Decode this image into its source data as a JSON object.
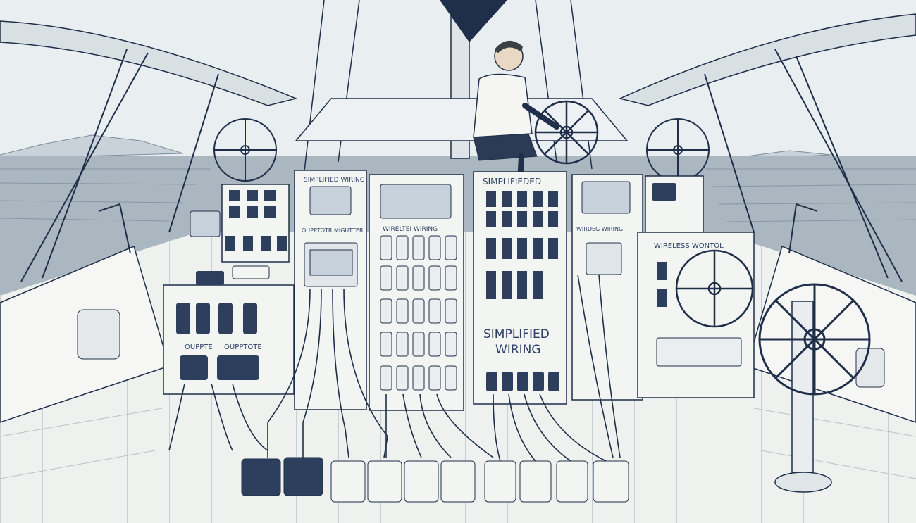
{
  "colors": {
    "sky": "#e9eef0",
    "sea": "#9aa9b3",
    "ink": "#2a3f63",
    "line": "#1f2f4a",
    "panel": "#f3f5f2",
    "deck": "#eef1ee",
    "canopy": "#d9e0e4",
    "shirt": "#f5f5f2",
    "shorts": "#2c3b55",
    "skin": "#e9d8c4"
  },
  "labels": {
    "panel_center_top": "SIMPLIFIEDED",
    "panel_center_main_1": "SIMPLIFIED",
    "panel_center_main_2": "WIRING",
    "panel_right_caption": "WIRELESS WONTOL",
    "panel_left_top": "SIMPLIFIED WIRING",
    "panel_left_mid": "OUPPTOTR MIGUTTER",
    "panel_mid_caption": "WIRELTEI WIRING",
    "panel_right_small": "WIRDEG WIRING",
    "console_label_1": "OUPPTE",
    "console_label_2": "OUPPTOTE"
  },
  "icons": [
    "steering-wheel-icon",
    "display-screen-icon",
    "switch-icon",
    "module-icon",
    "sailboat-mast-icon"
  ]
}
